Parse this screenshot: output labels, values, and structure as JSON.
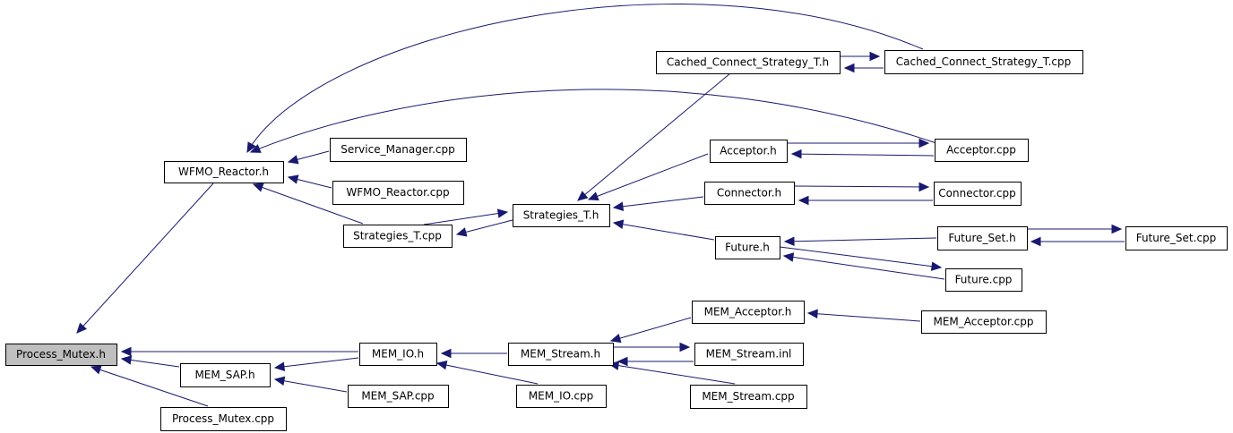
{
  "colors": {
    "edge": "#191970",
    "node_fill": "#ffffff",
    "highlight_fill": "#bfbfbf",
    "border": "#000000"
  },
  "nodes": [
    {
      "id": "process_mutex_h",
      "label": "Process_Mutex.h",
      "highlight": true
    },
    {
      "id": "wfmo_reactor_h",
      "label": "WFMO_Reactor.h"
    },
    {
      "id": "service_manager_cpp",
      "label": "Service_Manager.cpp"
    },
    {
      "id": "wfmo_reactor_cpp",
      "label": "WFMO_Reactor.cpp"
    },
    {
      "id": "strategies_t_cpp",
      "label": "Strategies_T.cpp"
    },
    {
      "id": "strategies_t_h",
      "label": "Strategies_T.h"
    },
    {
      "id": "cached_connect_strategy_t_h",
      "label": "Cached_Connect_Strategy_T.h"
    },
    {
      "id": "cached_connect_strategy_t_cpp",
      "label": "Cached_Connect_Strategy_T.cpp"
    },
    {
      "id": "acceptor_h",
      "label": "Acceptor.h"
    },
    {
      "id": "acceptor_cpp",
      "label": "Acceptor.cpp"
    },
    {
      "id": "connector_h",
      "label": "Connector.h"
    },
    {
      "id": "connector_cpp",
      "label": "Connector.cpp"
    },
    {
      "id": "future_h",
      "label": "Future.h"
    },
    {
      "id": "future_set_h",
      "label": "Future_Set.h"
    },
    {
      "id": "future_set_cpp",
      "label": "Future_Set.cpp"
    },
    {
      "id": "future_cpp",
      "label": "Future.cpp"
    },
    {
      "id": "mem_io_h",
      "label": "MEM_IO.h"
    },
    {
      "id": "mem_sap_h",
      "label": "MEM_SAP.h"
    },
    {
      "id": "mem_sap_cpp",
      "label": "MEM_SAP.cpp"
    },
    {
      "id": "process_mutex_cpp",
      "label": "Process_Mutex.cpp"
    },
    {
      "id": "mem_stream_h",
      "label": "MEM_Stream.h"
    },
    {
      "id": "mem_io_cpp",
      "label": "MEM_IO.cpp"
    },
    {
      "id": "mem_acceptor_h",
      "label": "MEM_Acceptor.h"
    },
    {
      "id": "mem_acceptor_cpp",
      "label": "MEM_Acceptor.cpp"
    },
    {
      "id": "mem_stream_inl",
      "label": "MEM_Stream.inl"
    },
    {
      "id": "mem_stream_cpp",
      "label": "MEM_Stream.cpp"
    }
  ],
  "edges": [
    {
      "from": "wfmo_reactor_h",
      "to": "process_mutex_h"
    },
    {
      "from": "mem_io_h",
      "to": "process_mutex_h"
    },
    {
      "from": "mem_sap_h",
      "to": "process_mutex_h"
    },
    {
      "from": "process_mutex_cpp",
      "to": "process_mutex_h"
    },
    {
      "from": "service_manager_cpp",
      "to": "wfmo_reactor_h"
    },
    {
      "from": "wfmo_reactor_cpp",
      "to": "wfmo_reactor_h"
    },
    {
      "from": "strategies_t_cpp",
      "to": "wfmo_reactor_h"
    },
    {
      "from": "cached_connect_strategy_t_cpp",
      "to": "wfmo_reactor_h"
    },
    {
      "from": "acceptor_cpp",
      "to": "wfmo_reactor_h"
    },
    {
      "from": "strategies_t_cpp",
      "to": "strategies_t_h"
    },
    {
      "from": "strategies_t_h",
      "to": "strategies_t_cpp"
    },
    {
      "from": "cached_connect_strategy_t_h",
      "to": "strategies_t_h"
    },
    {
      "from": "acceptor_h",
      "to": "strategies_t_h"
    },
    {
      "from": "connector_h",
      "to": "strategies_t_h"
    },
    {
      "from": "future_h",
      "to": "strategies_t_h"
    },
    {
      "from": "cached_connect_strategy_t_h",
      "to": "cached_connect_strategy_t_cpp"
    },
    {
      "from": "cached_connect_strategy_t_cpp",
      "to": "cached_connect_strategy_t_h"
    },
    {
      "from": "acceptor_h",
      "to": "acceptor_cpp"
    },
    {
      "from": "acceptor_cpp",
      "to": "acceptor_h"
    },
    {
      "from": "connector_h",
      "to": "connector_cpp"
    },
    {
      "from": "connector_cpp",
      "to": "connector_h"
    },
    {
      "from": "future_set_h",
      "to": "future_h"
    },
    {
      "from": "future_cpp",
      "to": "future_h"
    },
    {
      "from": "future_h",
      "to": "future_cpp"
    },
    {
      "from": "future_set_h",
      "to": "future_set_cpp"
    },
    {
      "from": "future_set_cpp",
      "to": "future_set_h"
    },
    {
      "from": "mem_io_h",
      "to": "mem_sap_h"
    },
    {
      "from": "mem_sap_cpp",
      "to": "mem_sap_h"
    },
    {
      "from": "mem_stream_h",
      "to": "mem_io_h"
    },
    {
      "from": "mem_io_cpp",
      "to": "mem_io_h"
    },
    {
      "from": "mem_acceptor_h",
      "to": "mem_stream_h"
    },
    {
      "from": "mem_stream_inl",
      "to": "mem_stream_h"
    },
    {
      "from": "mem_stream_h",
      "to": "mem_stream_inl"
    },
    {
      "from": "mem_stream_cpp",
      "to": "mem_stream_h"
    },
    {
      "from": "mem_acceptor_cpp",
      "to": "mem_acceptor_h"
    }
  ]
}
